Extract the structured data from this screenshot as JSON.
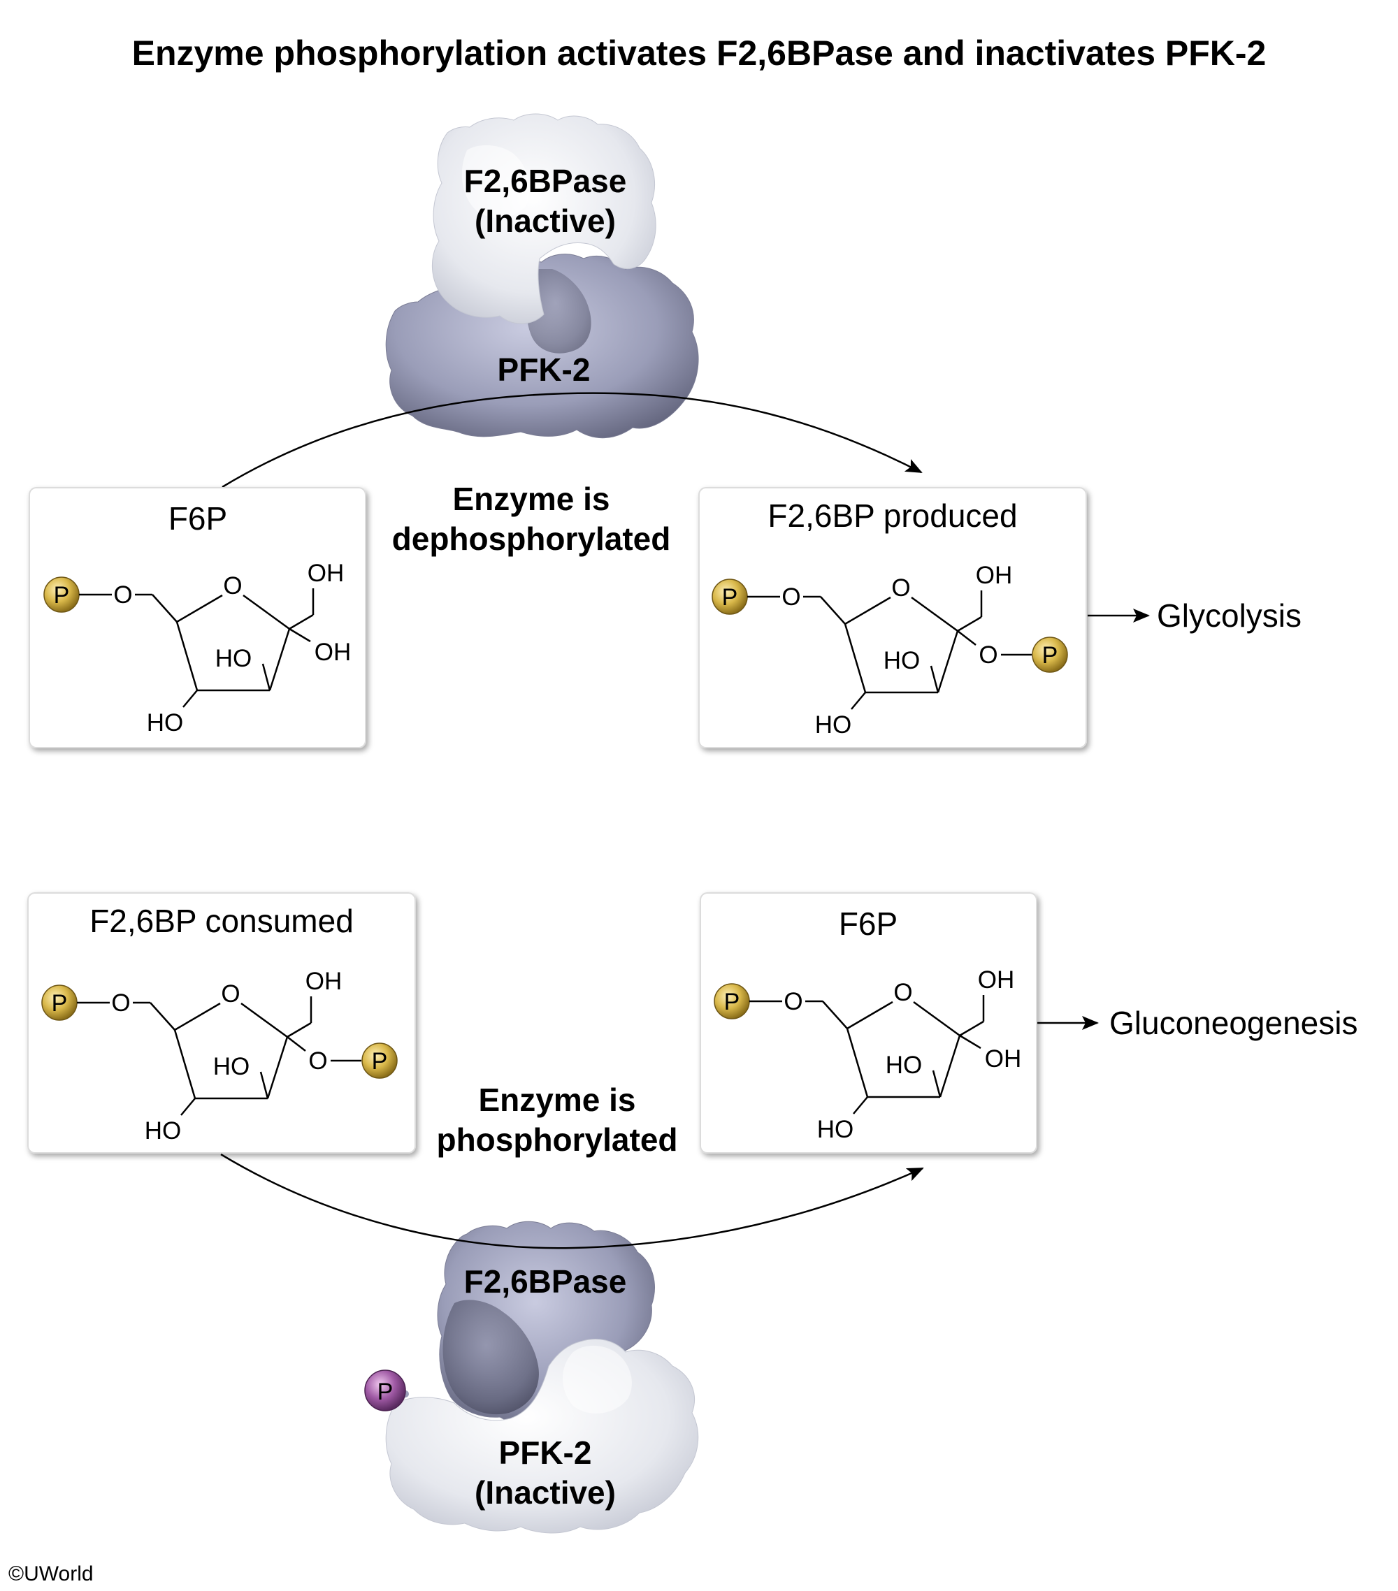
{
  "title": "Enzyme phosphorylation activates F2,6BPase and inactivates PFK-2",
  "top_pathway": {
    "enzyme": {
      "f26bpase_label_line1": "F2,6BPase",
      "f26bpase_label_line2": "(Inactive)",
      "pfk2_label": "PFK-2"
    },
    "condition_line1": "Enzyme is",
    "condition_line2": "dephosphorylated",
    "substrate_box": {
      "title": "F6P"
    },
    "product_box": {
      "title": "F2,6BP produced"
    },
    "outcome": "Glycolysis"
  },
  "bottom_pathway": {
    "enzyme": {
      "f26bpase_label": "F2,6BPase",
      "pfk2_label_line1": "PFK-2",
      "pfk2_label_line2": "(Inactive)",
      "phosphate": "P"
    },
    "condition_line1": "Enzyme is",
    "condition_line2": "phosphorylated",
    "substrate_box": {
      "title": "F2,6BP consumed"
    },
    "product_box": {
      "title": "F6P"
    },
    "outcome": "Gluconeogenesis"
  },
  "molecule_labels": {
    "phosphate": "P",
    "oxygen": "O",
    "hydroxyl": "OH",
    "hydroxyl_left": "HO"
  },
  "colors": {
    "phosphate_gold": "#d9b84a",
    "phosphate_purple": "#a05aa5",
    "enzyme_light": "#e6e8ee",
    "enzyme_dark": "#9a9db8"
  },
  "copyright": "©UWorld"
}
